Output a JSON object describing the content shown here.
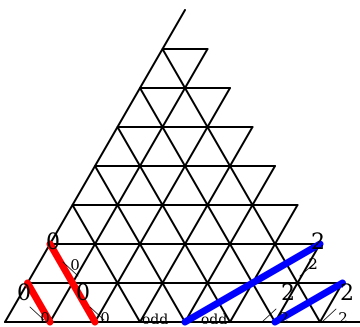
{
  "diagram": {
    "rows": 8,
    "colors": {
      "line": "#000000",
      "red_segment": "#ff0000",
      "blue_segment": "#0000ff",
      "background": "#ffffff"
    },
    "labels": {
      "zero": "0",
      "two": "2",
      "odd": "odd"
    }
  }
}
